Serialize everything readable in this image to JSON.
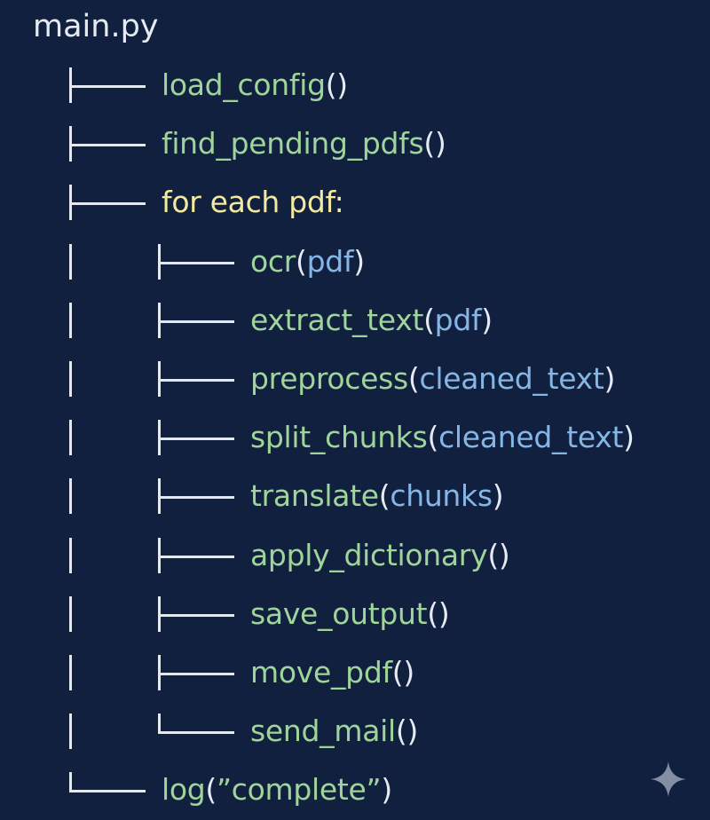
{
  "root": "main.py",
  "tree": [
    {
      "name": "load_config",
      "open": "(",
      "arg": "",
      "close": ")",
      "kind": "call",
      "depth": 0
    },
    {
      "name": "find_pending_pdfs",
      "open": "(",
      "arg": "",
      "close": ")",
      "kind": "call",
      "depth": 0
    },
    {
      "name": "for each pdf:",
      "open": "",
      "arg": "",
      "close": "",
      "kind": "loop",
      "depth": 0
    },
    {
      "name": "ocr",
      "open": "(",
      "arg": "pdf",
      "close": ")",
      "kind": "call",
      "depth": 1
    },
    {
      "name": "extract_text",
      "open": "(",
      "arg": "pdf",
      "close": ")",
      "kind": "call",
      "depth": 1
    },
    {
      "name": "preprocess",
      "open": "(",
      "arg": "cleaned_text",
      "close": ")",
      "kind": "call",
      "depth": 1
    },
    {
      "name": "split_chunks",
      "open": "(",
      "arg": "cleaned_text",
      "close": ")",
      "kind": "call",
      "depth": 1
    },
    {
      "name": "translate",
      "open": "(",
      "arg": "chunks",
      "close": ")",
      "kind": "call",
      "depth": 1
    },
    {
      "name": "apply_dictionary",
      "open": "(",
      "arg": "",
      "close": ")",
      "kind": "call",
      "depth": 1
    },
    {
      "name": "save_output",
      "open": "(",
      "arg": "",
      "close": ")",
      "kind": "call",
      "depth": 1
    },
    {
      "name": "move_pdf",
      "open": "(",
      "arg": "",
      "close": ")",
      "kind": "call",
      "depth": 1
    },
    {
      "name": "send_mail",
      "open": "(",
      "arg": "",
      "close": ")",
      "kind": "call",
      "depth": 1,
      "last": true
    },
    {
      "name": "log",
      "open": "(",
      "arg": "”complete”",
      "close": ")",
      "kind": "call-string",
      "depth": 0,
      "last": true
    }
  ],
  "colors": {
    "background": "#12203f",
    "function": "#9fd49a",
    "keyword": "#f3ea9e",
    "argument": "#86b6e6",
    "punctuation": "#e6eaf3",
    "connector": "#e4e8f0"
  },
  "icons": {
    "corner": "sparkle-icon"
  }
}
